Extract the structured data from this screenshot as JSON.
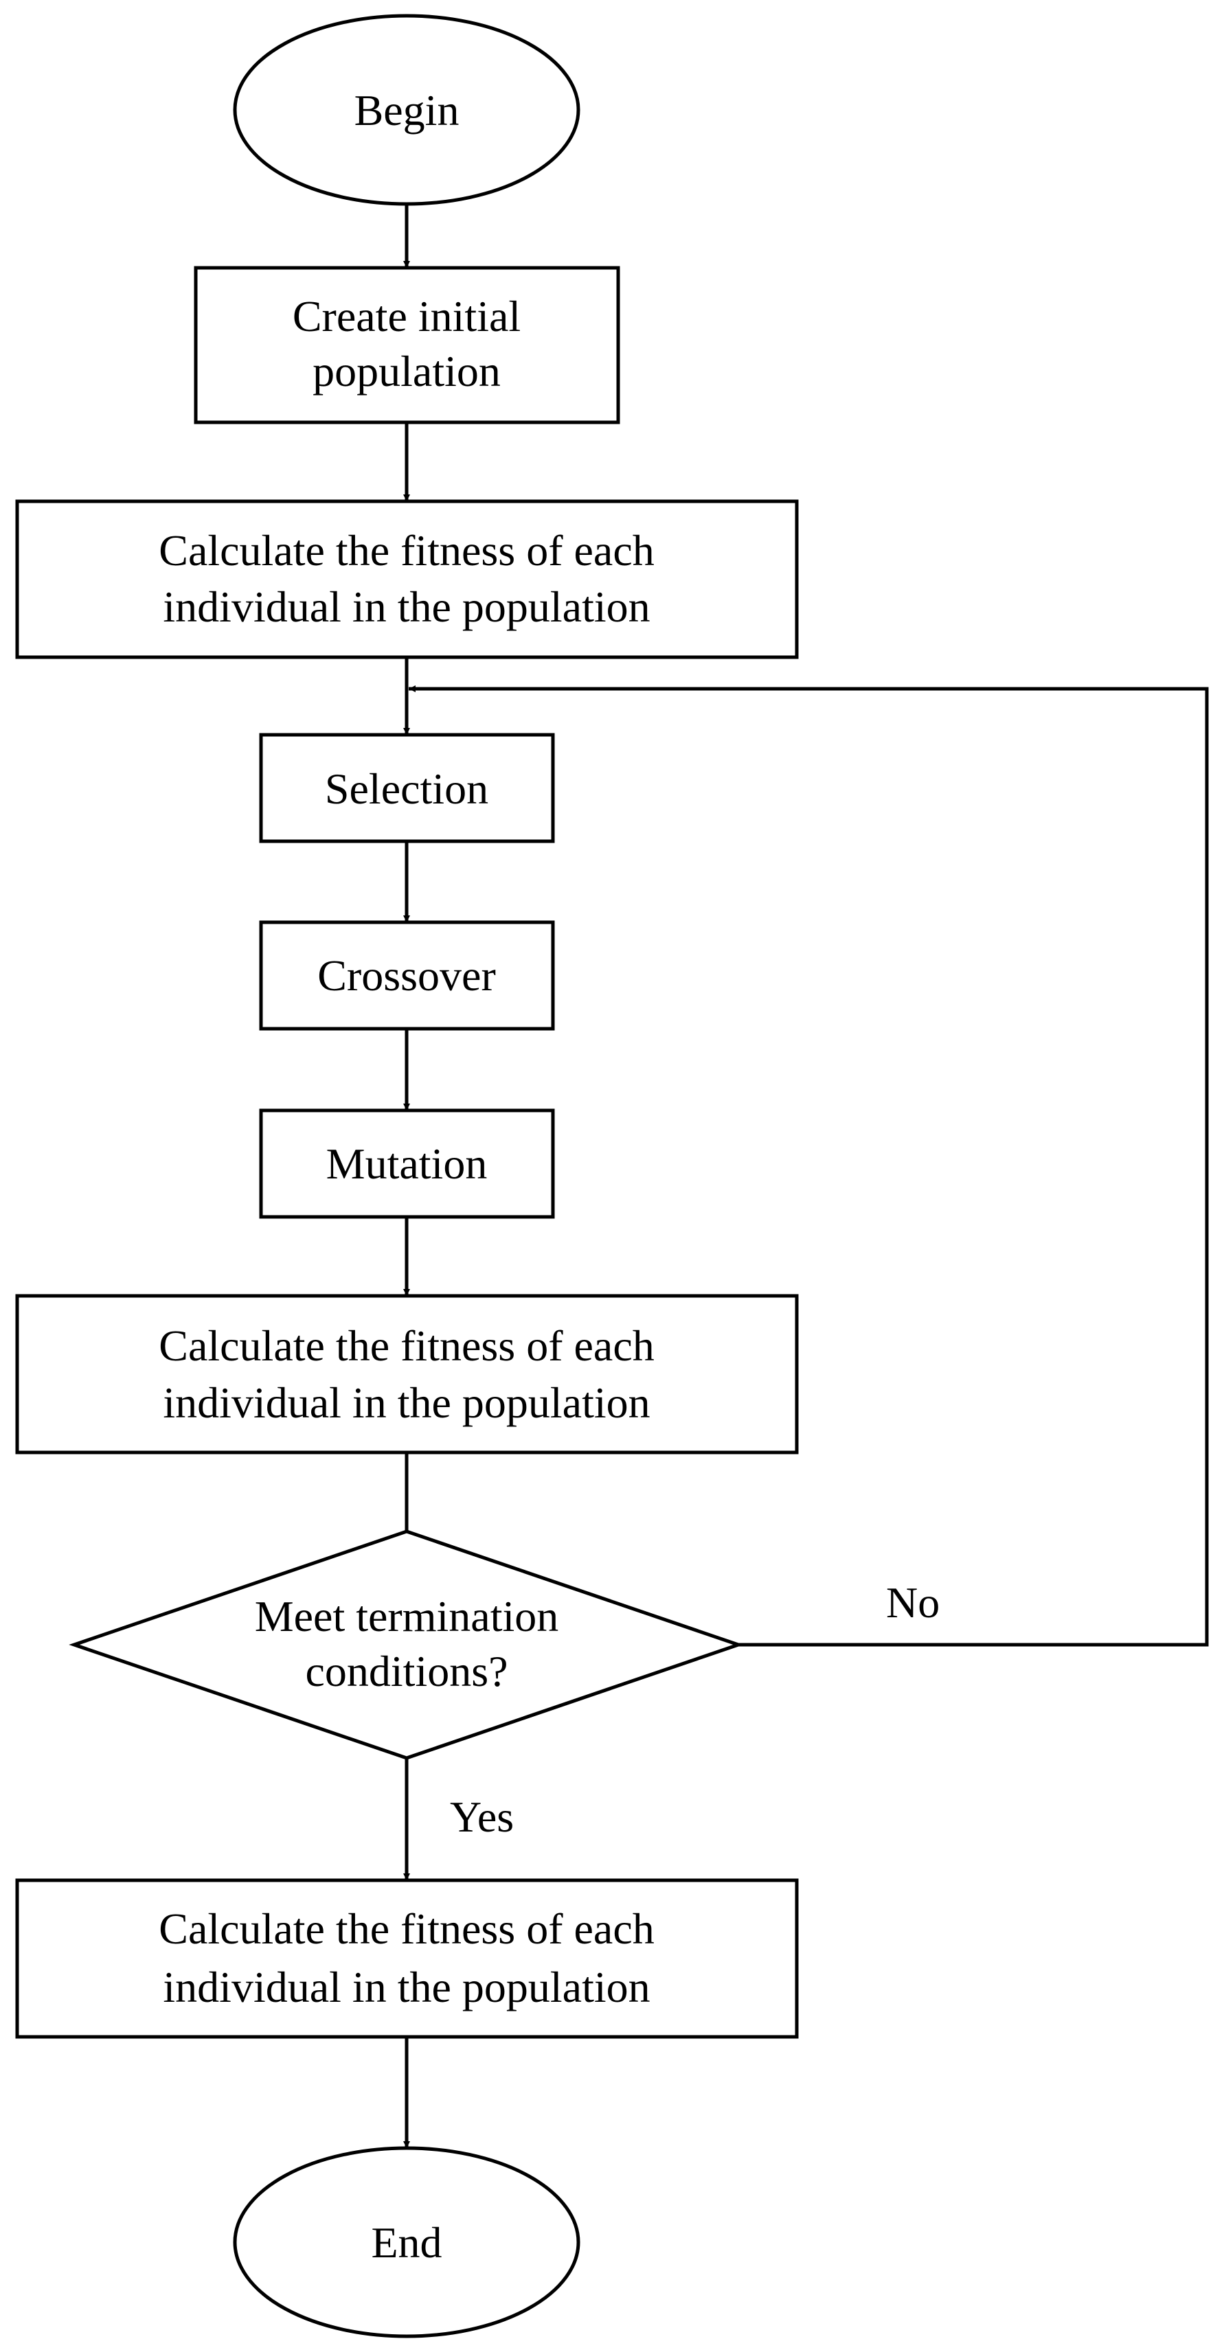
{
  "colors": {
    "stroke": "#000000",
    "text": "#000000",
    "background": "#ffffff"
  },
  "nodes": {
    "begin": {
      "label": "Begin"
    },
    "create_population": {
      "line1": "Create initial",
      "line2": "population"
    },
    "fitness_1": {
      "line1": "Calculate the fitness of each",
      "line2": "individual in the population"
    },
    "selection": {
      "label": "Selection"
    },
    "crossover": {
      "label": "Crossover"
    },
    "mutation": {
      "label": "Mutation"
    },
    "fitness_2": {
      "line1": "Calculate the fitness of each",
      "line2": "individual in the population"
    },
    "termination": {
      "line1": "Meet termination",
      "line2": "conditions?"
    },
    "fitness_3": {
      "line1": "Calculate the fitness of each",
      "line2": "individual in the population"
    },
    "end": {
      "label": "End"
    }
  },
  "edges": {
    "no_label": "No",
    "yes_label": "Yes"
  }
}
